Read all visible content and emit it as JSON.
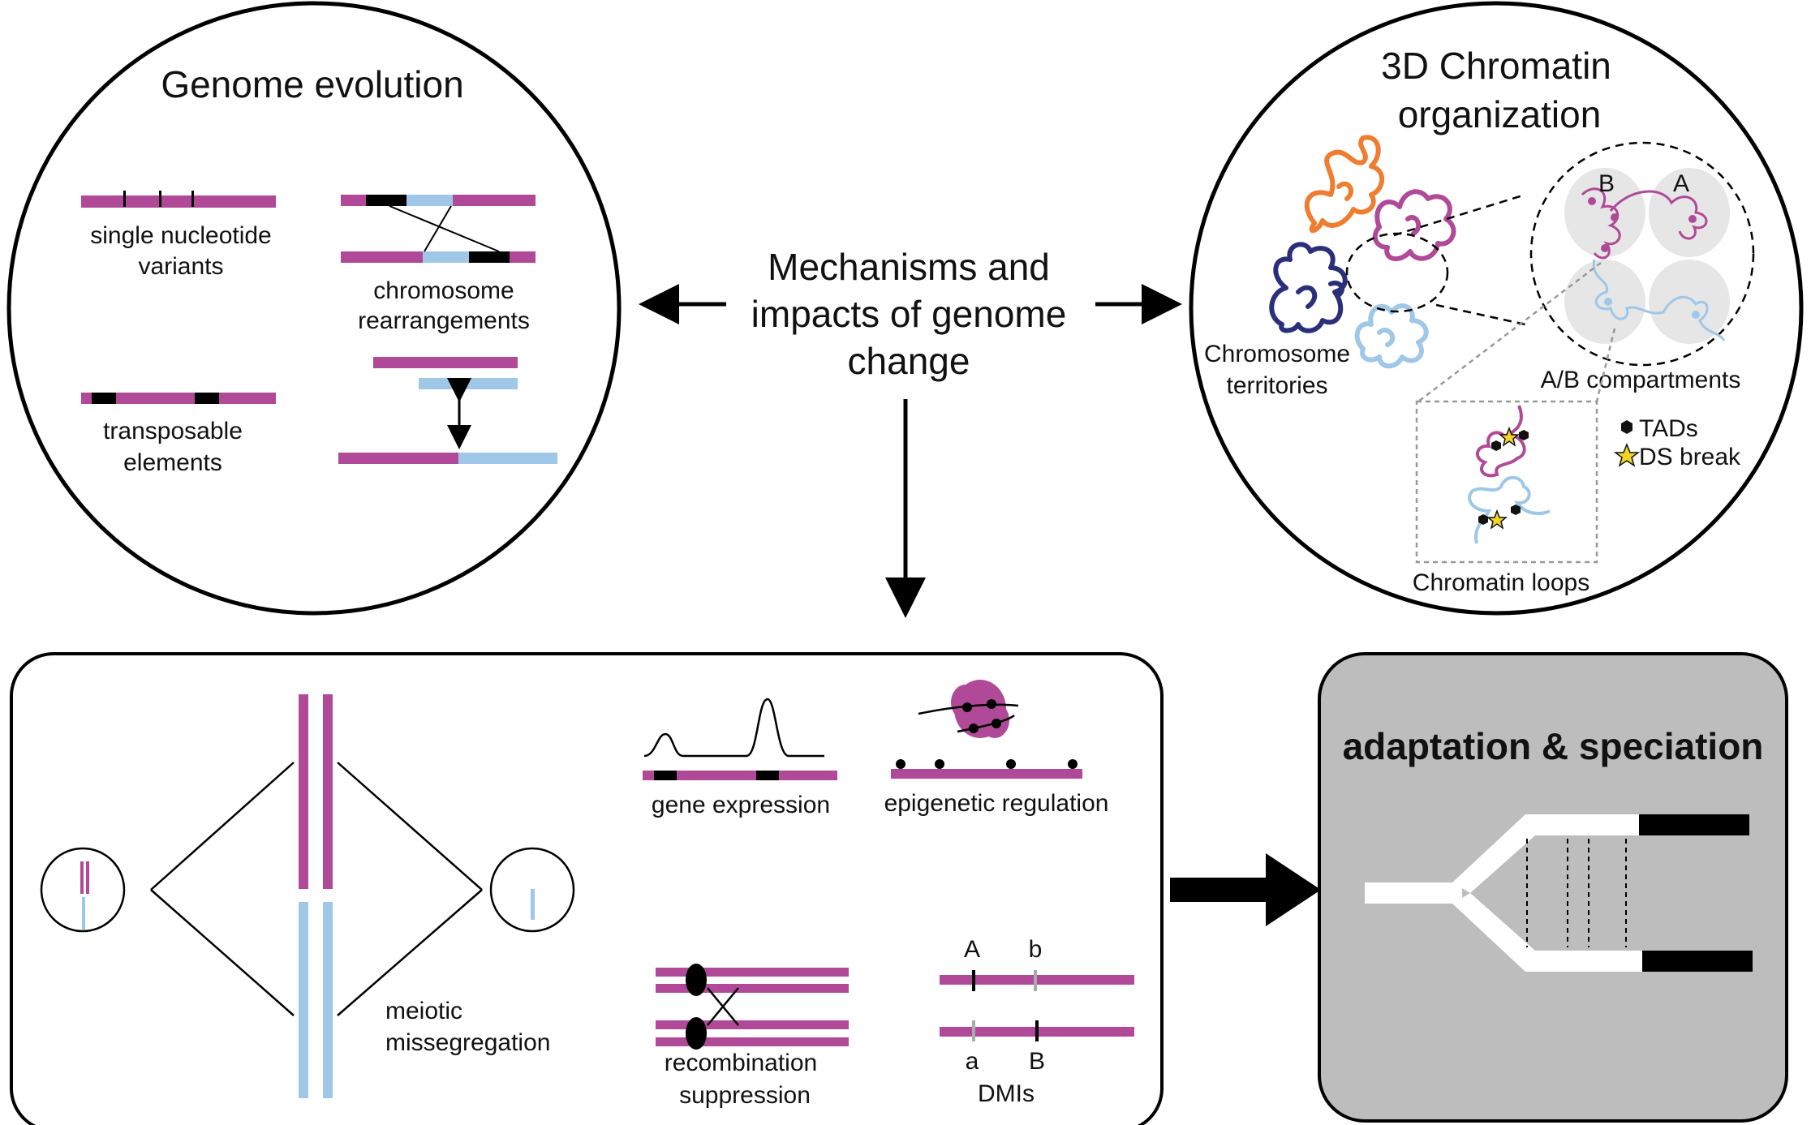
{
  "colors": {
    "magenta": "#b04a98",
    "blue": "#9ec7e8",
    "black": "#000000",
    "grey_panel": "#bdbdbd",
    "orange": "#ef7d2f",
    "navy": "#2a2f7a",
    "star": "#f3d42a",
    "compartment_grey": "#e6e6e6"
  },
  "center": {
    "line1": "Mechanisms and",
    "line2": "impacts of genome",
    "line3": "change"
  },
  "genome_evolution": {
    "title": "Genome evolution",
    "snv_line1": "single nucleotide",
    "snv_line2": "variants",
    "rearr_line1": "chromosome",
    "rearr_line2": "rearrangements",
    "te_line1": "transposable",
    "te_line2": "elements"
  },
  "chromatin": {
    "title_line1": "3D Chromatin",
    "title_line2": "organization",
    "territories_line1": "Chromosome",
    "territories_line2": "territories",
    "compartments": "A/B compartments",
    "label_A": "A",
    "label_B": "B",
    "legend_tads": "TADs",
    "legend_ds": "DS break",
    "loops": "Chromatin loops",
    "icons": [
      "hexagon-icon",
      "star-icon"
    ]
  },
  "impacts": {
    "meiotic_line1": "meiotic",
    "meiotic_line2": "missegregation",
    "gene_expression": "gene expression",
    "epigenetic": "epigenetic regulation",
    "recomb_line1": "recombination",
    "recomb_line2": "suppression",
    "dmi_A": "A",
    "dmi_b": "b",
    "dmi_a": "a",
    "dmi_B": "B",
    "dmis": "DMIs"
  },
  "adaptation": {
    "title": "adaptation & speciation"
  }
}
